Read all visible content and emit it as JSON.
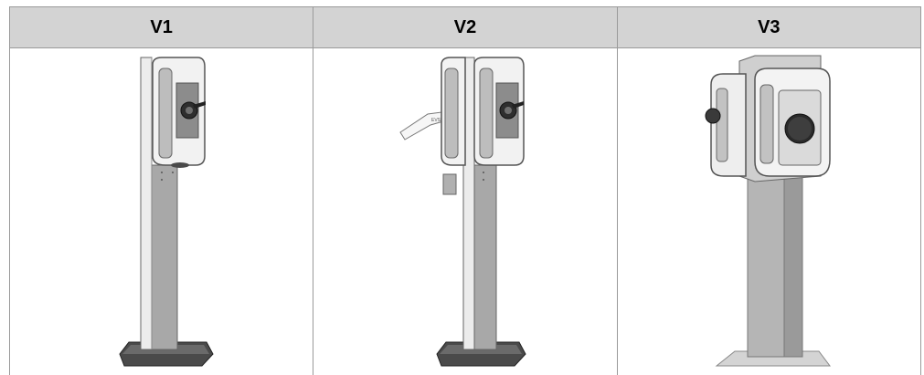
{
  "table": {
    "columns": [
      {
        "label": "V1",
        "icon": "pedestal-charger-single-icon"
      },
      {
        "label": "V2",
        "icon": "pedestal-charger-double-icon"
      },
      {
        "label": "V3",
        "icon": "pedestal-charger-wide-base-icon"
      }
    ]
  },
  "colors": {
    "header_bg": "#d3d3d3",
    "border": "#9a9a9a",
    "pole_light": "#e4e4e4",
    "pole_shade": "#a9a9a9",
    "base_plate": "#555555"
  }
}
